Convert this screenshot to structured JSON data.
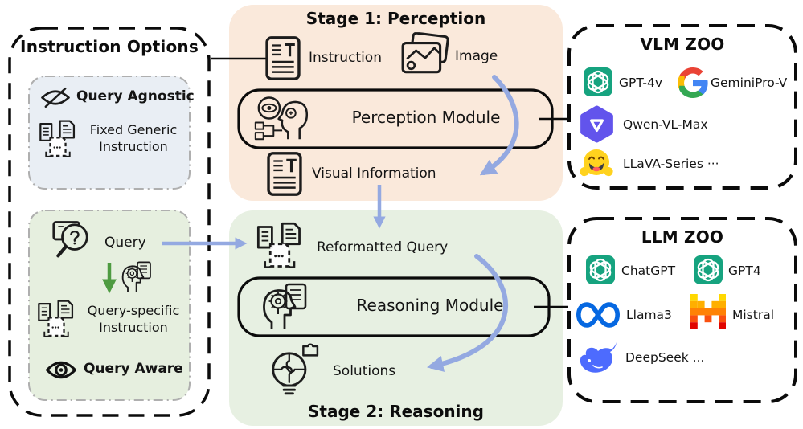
{
  "instruction_options": {
    "title": "Instruction Options",
    "agnostic": {
      "mode_label": "Query Agnostic",
      "item": "Fixed Generic\nInstruction"
    },
    "aware": {
      "query_label": "Query",
      "item": "Query-specific\nInstruction",
      "mode_label": "Query Aware"
    }
  },
  "stage1": {
    "title": "Stage 1: Perception",
    "input_instruction": "Instruction",
    "input_image": "Image",
    "module": "Perception Module",
    "output": "Visual Information"
  },
  "stage2": {
    "input": "Reformatted Query",
    "module": "Reasoning Module",
    "output": "Solutions",
    "title": "Stage 2: Reasoning"
  },
  "vlm_zoo": {
    "title": "VLM ZOO",
    "models": [
      {
        "name": "GPT-4v",
        "icon": "openai-icon"
      },
      {
        "name": "GeminiPro-V",
        "icon": "google-icon"
      },
      {
        "name": "Qwen-VL-Max",
        "icon": "qwen-icon"
      },
      {
        "name": "LLaVA-Series ···",
        "icon": "huggingface-icon"
      }
    ]
  },
  "llm_zoo": {
    "title": "LLM ZOO",
    "models": [
      {
        "name": "ChatGPT",
        "icon": "openai-icon"
      },
      {
        "name": "GPT4",
        "icon": "openai-icon"
      },
      {
        "name": "Llama3",
        "icon": "meta-icon"
      },
      {
        "name": "Mistral",
        "icon": "mistral-icon"
      },
      {
        "name": "DeepSeek ...",
        "icon": "deepseek-icon"
      }
    ]
  },
  "colors": {
    "stage1_bg": "#FAE9DB",
    "stage2_bg": "#E7F0E2",
    "agnostic_bg": "#E9EEF4",
    "aware_bg": "#E6EFDF",
    "arrow_blue": "#94A9E1",
    "arrow_green": "#4E9B41",
    "openai_green": "#16A37F",
    "meta_blue": "#0668E1",
    "deepseek_blue": "#4D6BFE",
    "huggingface_yellow": "#FFD21E",
    "qwen_indigo": "#6254EC",
    "outline_black": "#0b0b0b"
  }
}
